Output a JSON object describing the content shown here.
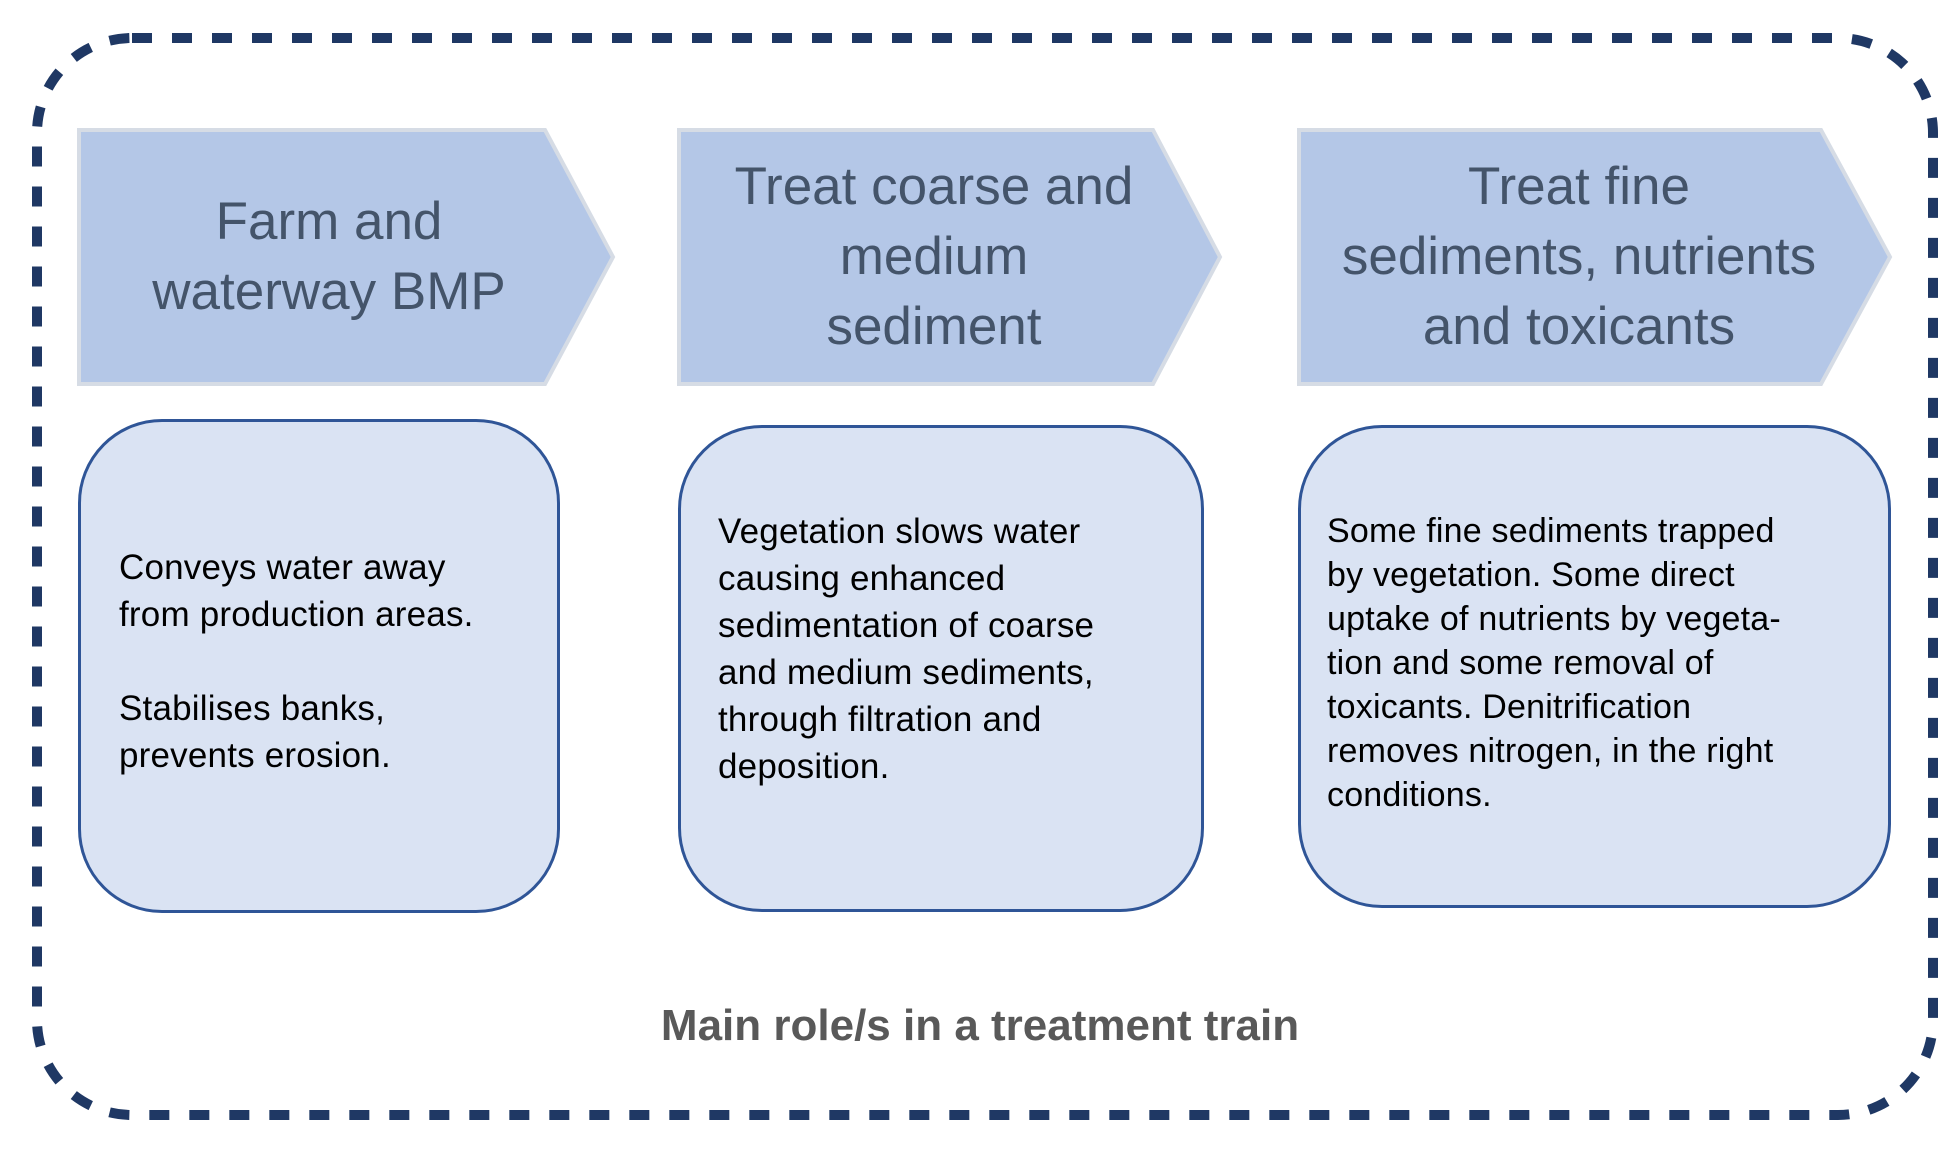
{
  "diagram": {
    "caption": "Main role/s in a treatment train",
    "colors": {
      "frame_dash": "#1f3864",
      "chevron_fill": "#b4c7e7",
      "chevron_outline": "#d6dce5",
      "chevron_text": "#44546a",
      "box_fill": "#dae3f3",
      "box_border": "#2f5597",
      "box_text": "#000000",
      "caption_text": "#595959"
    },
    "stages": [
      {
        "title": "Farm and\nwaterway BMP",
        "description": "Conveys water away\nfrom production areas.\n\nStabilises banks,\nprevents erosion."
      },
      {
        "title": "Treat coarse and\nmedium\nsediment",
        "description": "Vegetation slows water\ncausing enhanced\nsedimentation of coarse\nand medium sediments,\nthrough filtration and\ndeposition."
      },
      {
        "title": "Treat fine\nsediments, nutrients\nand toxicants",
        "description": "Some fine sediments trapped\nby vegetation. Some direct\nuptake of nutrients by vegeta-\ntion and some removal of\ntoxicants. Denitrification\nremoves nitrogen, in the right\nconditions."
      }
    ]
  }
}
